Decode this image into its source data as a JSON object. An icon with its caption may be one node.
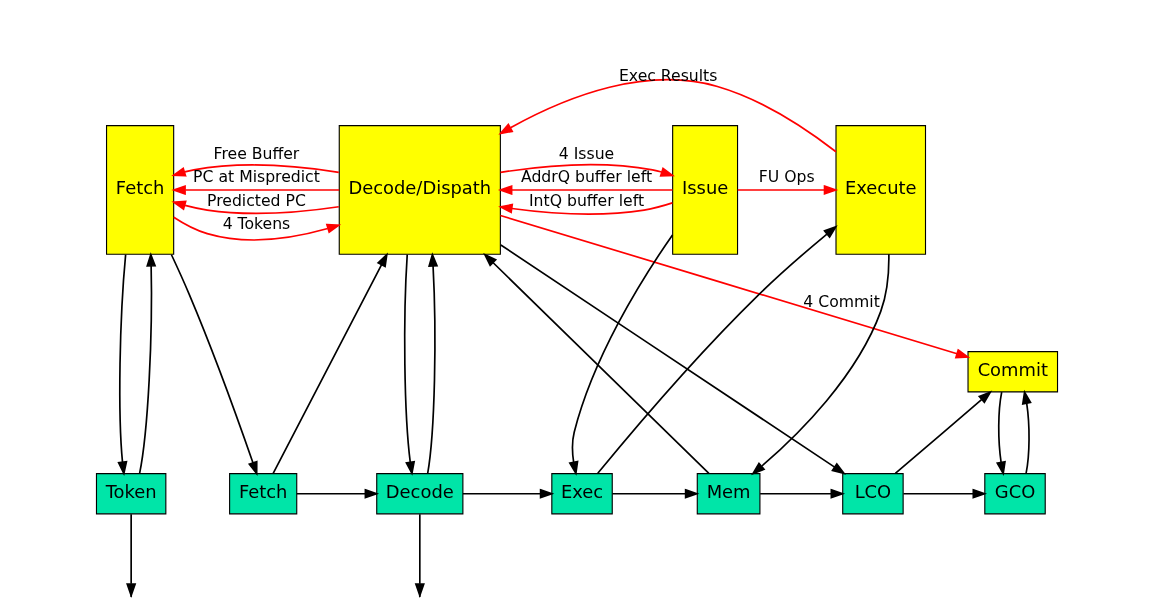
{
  "diagram": {
    "nodes": [
      {
        "text": [
          "Fetch"
        ]
      },
      {
        "text": [
          "Decode/Dispath"
        ]
      },
      {
        "text": [
          "Issue"
        ]
      },
      {
        "text": [
          "Execute"
        ]
      },
      {
        "text": [
          "Commit"
        ]
      },
      {
        "text": [
          "Token"
        ]
      },
      {
        "text": [
          "Fetch"
        ]
      },
      {
        "text": [
          "Decode"
        ]
      },
      {
        "text": [
          "LCO"
        ]
      },
      {
        "text": [
          "GCO"
        ]
      },
      {
        "text": [
          "Mem"
        ]
      },
      {
        "text": [
          "Exec"
        ]
      }
    ],
    "edges": [
      {
        "from": 1,
        "to": 0,
        "arrow": "to",
        "label": "Free Buffer",
        "color": "#ff0000"
      },
      {
        "from": 1,
        "to": 0,
        "arrow": "to",
        "label": "PC at Mispredict",
        "color": "#ff0000"
      },
      {
        "from": 1,
        "to": 0,
        "arrow": "to",
        "label": "Predicted PC",
        "color": "#ff0000"
      },
      {
        "from": 0,
        "to": 1,
        "arrow": "to",
        "label": "4 Tokens",
        "color": "#ff0000"
      },
      {
        "from": 2,
        "to": 1,
        "arrow": "to",
        "label": "IntQ buffer left",
        "color": "#ff0000"
      },
      {
        "from": 2,
        "to": 1,
        "arrow": "to",
        "label": "AddrQ buffer left",
        "color": "#ff0000"
      },
      {
        "from": 1,
        "to": 2,
        "arrow": "to",
        "label": "4 Issue",
        "color": "#ff0000"
      },
      {
        "from": 2,
        "to": 3,
        "arrow": "to",
        "label": "FU Ops",
        "color": "#ff0000"
      },
      {
        "from": 3,
        "to": 1,
        "arrow": "to",
        "label": "Exec Results",
        "color": "#ff0000"
      },
      {
        "from": 1,
        "to": 4,
        "arrow": "to",
        "label": "4 Commit",
        "color": "#ff0000"
      },
      {
        "from": 0,
        "to": 5,
        "arrow": "to"
      },
      {
        "from": 5,
        "to": 0,
        "arrow": "to"
      },
      {
        "from": 0,
        "to": 6,
        "arrow": "to"
      },
      {
        "from": 6,
        "to": 1,
        "arrow": "to"
      },
      {
        "from": 1,
        "to": 7,
        "arrow": "to"
      },
      {
        "from": 7,
        "to": 1,
        "arrow": "to"
      },
      {
        "from": 1,
        "to": 8,
        "arrow": "to"
      },
      {
        "from": 10,
        "to": 1,
        "arrow": "to"
      },
      {
        "from": 2,
        "to": 11,
        "arrow": "to"
      },
      {
        "from": 3,
        "to": 10,
        "arrow": "to"
      },
      {
        "from": 11,
        "to": 3,
        "arrow": "to"
      },
      {
        "from": 5,
        "to": null,
        "arrow": "to"
      },
      {
        "from": 6,
        "to": 7,
        "arrow": "to"
      },
      {
        "from": 7,
        "to": null,
        "arrow": "to"
      },
      {
        "from": 7,
        "to": 11,
        "arrow": "to"
      },
      {
        "from": 8,
        "to": 9,
        "arrow": "to"
      },
      {
        "from": 8,
        "to": 4,
        "arrow": "to"
      },
      {
        "from": 4,
        "to": 9,
        "arrow": "to"
      },
      {
        "from": 9,
        "to": 4,
        "arrow": "to"
      },
      {
        "from": 10,
        "to": 8,
        "arrow": "to"
      },
      {
        "from": 11,
        "to": 10,
        "arrow": "to"
      }
    ]
  }
}
